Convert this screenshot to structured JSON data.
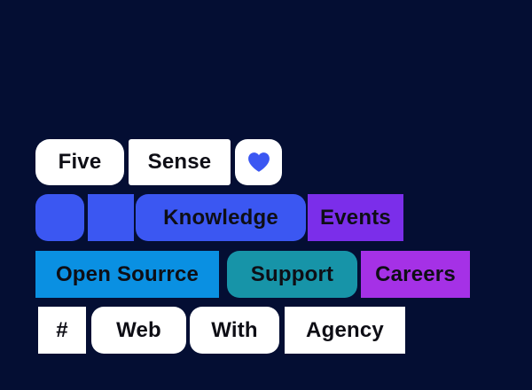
{
  "theme": {
    "background": "#040e33",
    "text": "#0e0e15",
    "white": "#ffffff",
    "royal_blue": "#3b57f2",
    "azure": "#0a90e2",
    "teal": "#1794a8",
    "violet": "#7b2eea",
    "magenta_purple": "#a531e6"
  },
  "tiles": {
    "five": {
      "label": "Five"
    },
    "sense": {
      "label": "Sense"
    },
    "heart": {
      "icon": "heart-icon"
    },
    "knowledge": {
      "label": "Knowledge"
    },
    "events": {
      "label": "Events"
    },
    "open_source": {
      "label": "Open Sourrce"
    },
    "support": {
      "label": "Support"
    },
    "careers": {
      "label": "Careers"
    },
    "hash": {
      "label": "#"
    },
    "web": {
      "label": "Web"
    },
    "with": {
      "label": "With"
    },
    "agency": {
      "label": "Agency"
    }
  }
}
